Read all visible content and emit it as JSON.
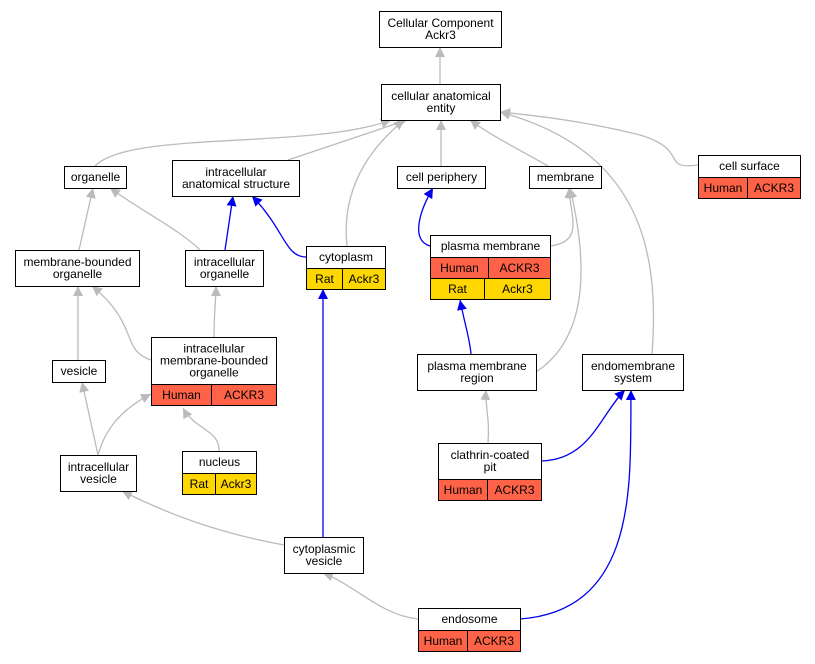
{
  "colors": {
    "human": "#ff6347",
    "rat": "#ffd700",
    "edge_gray": "#bbbbbb",
    "edge_blue": "#0000ee",
    "box_border": "#000000"
  },
  "nodes": {
    "root": {
      "lines": [
        "Cellular Component",
        "Ackr3"
      ]
    },
    "cae": {
      "lines": [
        "cellular anatomical",
        "entity"
      ]
    },
    "organelle": {
      "lines": [
        "organelle"
      ]
    },
    "ias": {
      "lines": [
        "intracellular",
        "anatomical structure"
      ]
    },
    "cellperiph": {
      "lines": [
        "cell periphery"
      ]
    },
    "membrane": {
      "lines": [
        "membrane"
      ]
    },
    "cellsurface": {
      "lines": [
        "cell surface"
      ],
      "tags": [
        {
          "species": "Human",
          "gene": "ACKR3"
        }
      ]
    },
    "mbo": {
      "lines": [
        "membrane-bounded",
        "organelle"
      ]
    },
    "io": {
      "lines": [
        "intracellular",
        "organelle"
      ]
    },
    "cytoplasm": {
      "lines": [
        "cytoplasm"
      ],
      "tags": [
        {
          "species": "Rat",
          "gene": "Ackr3"
        }
      ]
    },
    "pm": {
      "lines": [
        "plasma membrane"
      ],
      "tags": [
        {
          "species": "Human",
          "gene": "ACKR3"
        },
        {
          "species": "Rat",
          "gene": "Ackr3"
        }
      ]
    },
    "imbo": {
      "lines": [
        "intracellular",
        "membrane-bounded",
        "organelle"
      ],
      "tags": [
        {
          "species": "Human",
          "gene": "ACKR3"
        }
      ]
    },
    "vesicle": {
      "lines": [
        "vesicle"
      ]
    },
    "pmr": {
      "lines": [
        "plasma membrane",
        "region"
      ]
    },
    "ems": {
      "lines": [
        "endomembrane",
        "system"
      ]
    },
    "nucleus": {
      "lines": [
        "nucleus"
      ],
      "tags": [
        {
          "species": "Rat",
          "gene": "Ackr3"
        }
      ]
    },
    "iv": {
      "lines": [
        "intracellular",
        "vesicle"
      ]
    },
    "ccp": {
      "lines": [
        "clathrin-coated",
        "pit"
      ],
      "tags": [
        {
          "species": "Human",
          "gene": "ACKR3"
        }
      ]
    },
    "cv": {
      "lines": [
        "cytoplasmic",
        "vesicle"
      ]
    },
    "endosome": {
      "lines": [
        "endosome"
      ],
      "tags": [
        {
          "species": "Human",
          "gene": "ACKR3"
        }
      ]
    }
  },
  "edges": [
    {
      "from": "cae",
      "to": "root",
      "color": "gray"
    },
    {
      "from": "organelle",
      "to": "cae",
      "color": "gray"
    },
    {
      "from": "ias",
      "to": "cae",
      "color": "gray"
    },
    {
      "from": "cytoplasm",
      "to": "cae",
      "color": "gray"
    },
    {
      "from": "cellperiph",
      "to": "cae",
      "color": "gray"
    },
    {
      "from": "membrane",
      "to": "cae",
      "color": "gray"
    },
    {
      "from": "ems",
      "to": "cae",
      "color": "gray"
    },
    {
      "from": "cellsurface",
      "to": "cae",
      "color": "gray"
    },
    {
      "from": "mbo",
      "to": "organelle",
      "color": "gray"
    },
    {
      "from": "io",
      "to": "organelle",
      "color": "gray"
    },
    {
      "from": "io",
      "to": "ias",
      "color": "blue"
    },
    {
      "from": "cytoplasm",
      "to": "ias",
      "color": "blue"
    },
    {
      "from": "pm",
      "to": "cellperiph",
      "color": "blue"
    },
    {
      "from": "pm",
      "to": "membrane",
      "color": "gray"
    },
    {
      "from": "pmr",
      "to": "membrane",
      "color": "gray"
    },
    {
      "from": "imbo",
      "to": "mbo",
      "color": "gray"
    },
    {
      "from": "imbo",
      "to": "io",
      "color": "gray"
    },
    {
      "from": "vesicle",
      "to": "mbo",
      "color": "gray"
    },
    {
      "from": "iv",
      "to": "vesicle",
      "color": "gray"
    },
    {
      "from": "iv",
      "to": "imbo",
      "color": "gray"
    },
    {
      "from": "nucleus",
      "to": "imbo",
      "color": "gray"
    },
    {
      "from": "cv",
      "to": "cytoplasm",
      "color": "blue"
    },
    {
      "from": "cv",
      "to": "iv",
      "color": "gray"
    },
    {
      "from": "pmr",
      "to": "pm",
      "color": "blue"
    },
    {
      "from": "ccp",
      "to": "pmr",
      "color": "gray"
    },
    {
      "from": "ccp",
      "to": "ems",
      "color": "blue"
    },
    {
      "from": "endosome",
      "to": "cv",
      "color": "gray"
    },
    {
      "from": "endosome",
      "to": "ems",
      "color": "blue"
    }
  ]
}
